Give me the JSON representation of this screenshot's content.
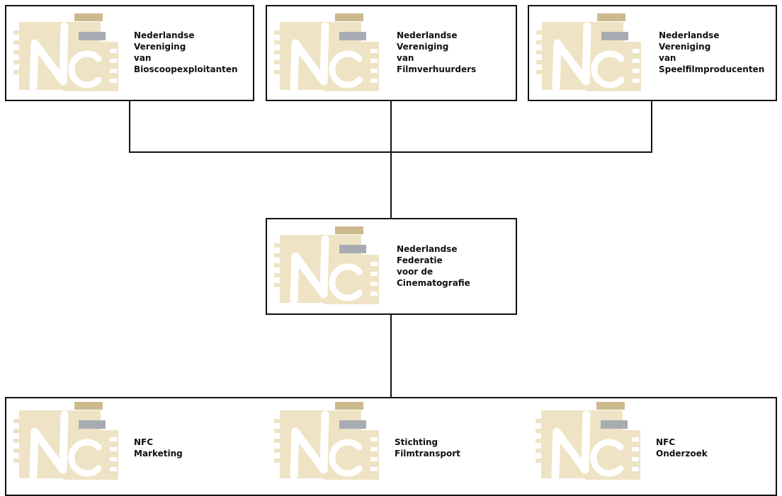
{
  "colors": {
    "logo_fill": "#eee3c4",
    "logo_tan": "#cdb98e",
    "logo_grey": "#a7acb2",
    "border": "#111111"
  },
  "logo_icon": "nfc-logo",
  "top_row": [
    {
      "lines": [
        "Nederlandse",
        "Vereniging",
        "van",
        "Bioscoopexploitanten"
      ]
    },
    {
      "lines": [
        "Nederlandse",
        "Vereniging",
        "van",
        "Filmverhuurders"
      ]
    },
    {
      "lines": [
        "Nederlandse",
        "Vereniging",
        "van",
        "Speelfilmproducenten"
      ]
    }
  ],
  "center": {
    "lines": [
      "Nederlandse",
      "Federatie",
      "voor de",
      "Cinematografie"
    ]
  },
  "bottom_row": [
    {
      "lines": [
        "NFC",
        "Marketing"
      ]
    },
    {
      "lines": [
        "Stichting",
        "Filmtransport"
      ]
    },
    {
      "lines": [
        "NFC",
        "Onderzoek"
      ]
    }
  ]
}
